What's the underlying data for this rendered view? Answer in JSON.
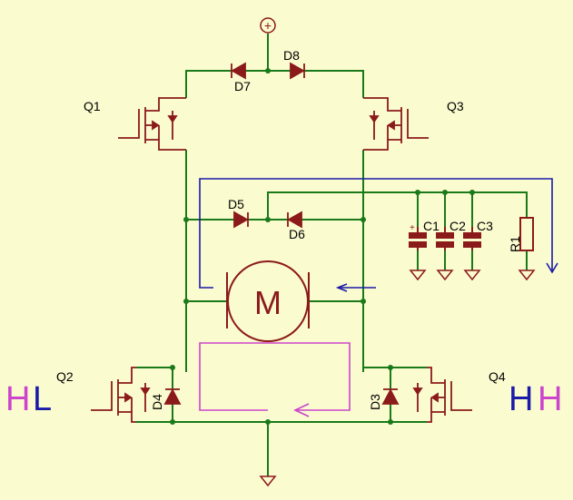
{
  "colors": {
    "background": "#fbfbd0",
    "wire": "#1a7a1a",
    "component": "#8b1a1a",
    "current_blue": "#1a1aa8",
    "current_magenta": "#cc44cc"
  },
  "supply_symbol": "+",
  "labels": {
    "q1": "Q1",
    "q2": "Q2",
    "q3": "Q3",
    "q4": "Q4",
    "d3": "D3",
    "d4": "D4",
    "d5": "D5",
    "d6": "D6",
    "d7": "D7",
    "d8": "D8",
    "c1": "C1",
    "c2": "C2",
    "c3": "C3",
    "r1": "R1",
    "motor": "M"
  },
  "left_state": {
    "first": "H",
    "second": "L"
  },
  "right_state": {
    "first": "H",
    "second": "H"
  }
}
